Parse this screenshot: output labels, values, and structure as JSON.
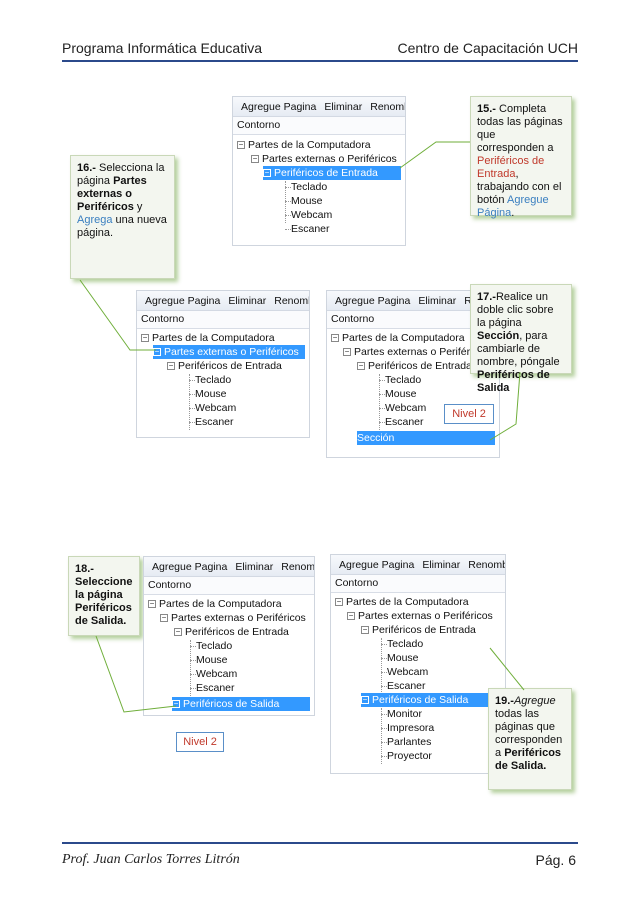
{
  "header": {
    "left": "Programa Informática Educativa",
    "right": "Centro de Capacitación UCH"
  },
  "footer": {
    "left": "Prof. Juan Carlos Torres Litrón",
    "right": "Pág. 6"
  },
  "menu": {
    "add": "Agregue Pagina",
    "delete": "Eliminar",
    "rename": "Renombrar",
    "rename_cut": "Ren"
  },
  "outline": "Contorno",
  "tree": {
    "root": "Partes de la Computadora",
    "ext": "Partes externas o Periféricos",
    "input": "Periféricos de Entrada",
    "output": "Periféricos de Salida",
    "section": "Sección",
    "inputs": [
      "Teclado",
      "Mouse",
      "Webcam",
      "Escaner"
    ],
    "outputs": [
      "Monitor",
      "Impresora",
      "Parlantes",
      "Proyector"
    ]
  },
  "notes": {
    "n15": {
      "num": "15.-",
      "t1": " Completa todas las páginas que corresponden a ",
      "hl1": "Periféricos de Entrada",
      "t2": ", trabajando con el botón ",
      "hl2": "Agregue Página",
      "t3": "."
    },
    "n16": {
      "num": "16.-",
      "t1": " Selecciona la página ",
      "b1": "Partes externas o Periféricos",
      "t2": " y ",
      "hl1": "Agrega",
      "t3": " una nueva página."
    },
    "n17": {
      "num": "17.-",
      "t1": "Realice un doble clic sobre la página ",
      "b1": "Sección",
      "t2": ", para cambiarle de nombre, póngale ",
      "b2": "Periféricos de Salida"
    },
    "n18": {
      "text": "18.- Seleccione la página Periféricos de Salida."
    },
    "n19": {
      "num": "19.-",
      "t1": "Agregue",
      "t2": " todas las páginas que corresponden a ",
      "b1": "Periféricos de Salida."
    }
  },
  "callouts": {
    "c1": "Nivel 2",
    "c2": "Nivel 2"
  },
  "colors": {
    "accent_blue": "#3399ff",
    "note_green": "#5a9628",
    "highlight_red": "#c0392b",
    "header_line": "#2b4a8b"
  }
}
